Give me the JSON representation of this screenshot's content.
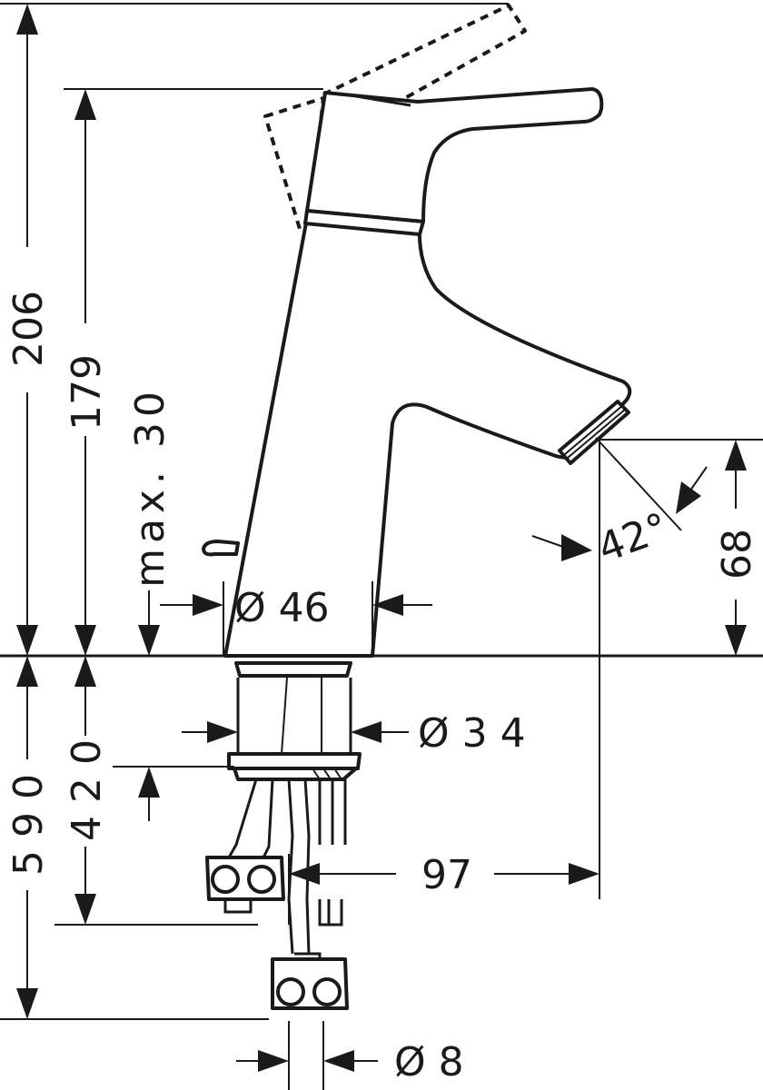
{
  "dimensions": {
    "overall_height": "206",
    "lever_height": "179",
    "max_deck_thickness": "max. 30",
    "base_diameter": "Ø  46",
    "spout_height": "68",
    "lever_angle": "42°",
    "shank_diameter": "Ø 3 4",
    "hose_length": "5 9 0",
    "shank_length": "4 2 0",
    "projection": "97",
    "hose_diameter": "Ø  8"
  },
  "colors": {
    "line": "#1a1a1a",
    "background": "#ffffff"
  }
}
